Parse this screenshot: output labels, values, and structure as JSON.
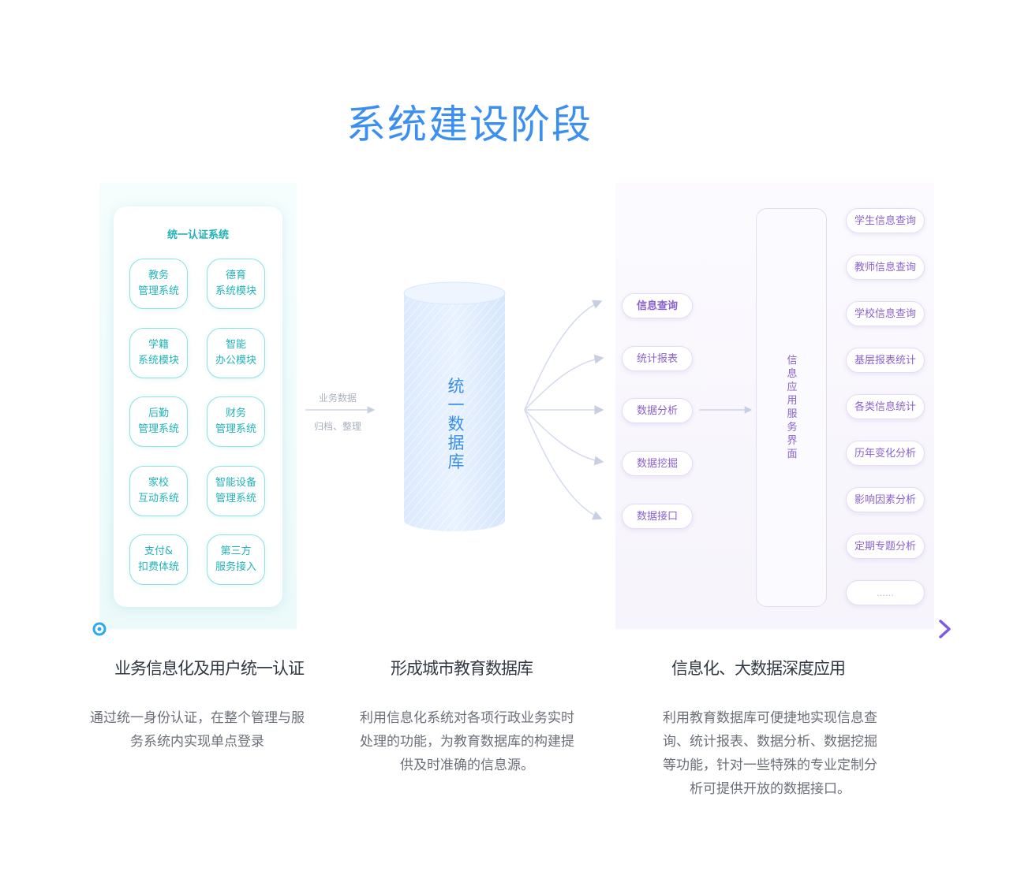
{
  "title": "系统建设阶段",
  "auth": {
    "title": "统一认证系统",
    "systems": [
      {
        "line1": "教务",
        "line2": "管理系统"
      },
      {
        "line1": "德育",
        "line2": "系统模块"
      },
      {
        "line1": "学籍",
        "line2": "系统模块"
      },
      {
        "line1": "智能",
        "line2": "办公模块"
      },
      {
        "line1": "后勤",
        "line2": "管理系统"
      },
      {
        "line1": "财务",
        "line2": "管理系统"
      },
      {
        "line1": "家校",
        "line2": "互动系统"
      },
      {
        "line1": "智能设备",
        "line2": "管理系统"
      },
      {
        "line1": "支付&",
        "line2": "扣费体统"
      },
      {
        "line1": "第三方",
        "line2": "服务接入"
      }
    ]
  },
  "flow": {
    "line1": "业务数据",
    "line2": "归档、整理"
  },
  "database": {
    "chars": [
      "统",
      "一",
      "数",
      "据",
      "库"
    ]
  },
  "functions": [
    "信息查询",
    "统计报表",
    "数据分析",
    "数据挖掘",
    "数据接口"
  ],
  "service_label": [
    "信",
    "息",
    "应",
    "用",
    "服",
    "务",
    "界",
    "面"
  ],
  "applications": [
    "学生信息查询",
    "教师信息查询",
    "学校信息查询",
    "基层报表统计",
    "各类信息统计",
    "历年变化分析",
    "影响因素分析",
    "定期专题分析",
    "……"
  ],
  "stages": [
    {
      "title": "业务信息化及用户统一认证",
      "desc_lines": [
        "通过统一身份认证，在整个管理与服",
        "务系统内实现单点登录"
      ]
    },
    {
      "title": "形成城市教育数据库",
      "desc_lines": [
        "利用信息化系统对各项行政业务实时",
        "处理的功能，为教育数据库的构建提",
        "供及时准确的信息源。"
      ]
    },
    {
      "title": "信息化、大数据深度应用",
      "desc_lines": [
        "利用教育数据库可便捷地实现信息查",
        "询、统计报表、数据分析、数据挖掘",
        "等功能，针对一些特殊的专业定制分",
        "析可提供开放的数据接口。"
      ]
    }
  ],
  "colors": {
    "title": "#3b8ff0",
    "teal": "#22b3b8",
    "purple": "#8a62cf",
    "timeline_start": "#2aa8f0",
    "timeline_end": "#7a5ae6"
  }
}
